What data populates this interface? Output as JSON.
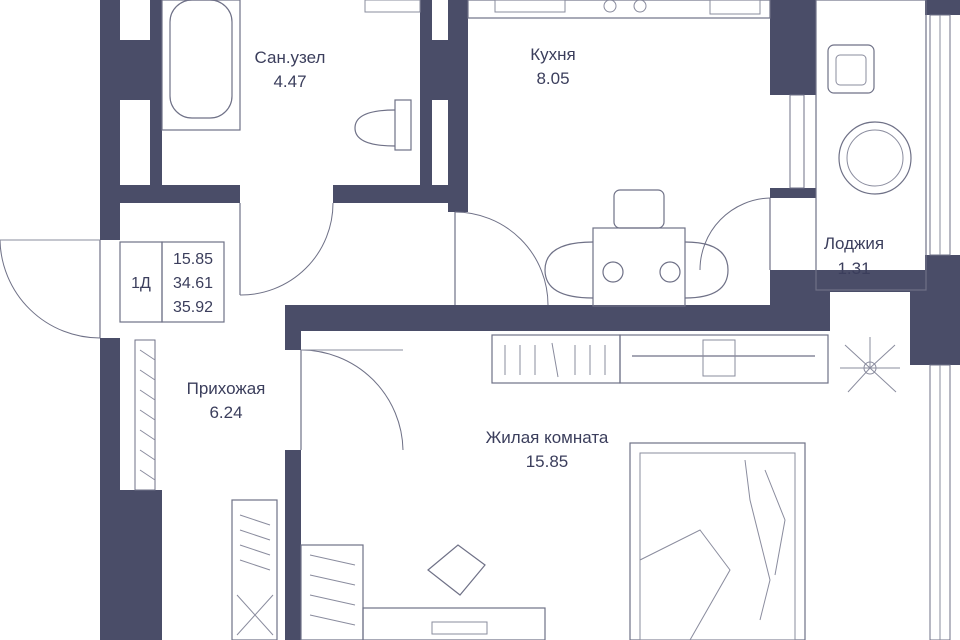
{
  "rooms": {
    "bathroom": {
      "name": "Сан.узел",
      "area": "4.47"
    },
    "kitchen": {
      "name": "Кухня",
      "area": "8.05"
    },
    "loggia": {
      "name": "Лоджия",
      "area": "1.31"
    },
    "hallway": {
      "name": "Прихожая",
      "area": "6.24"
    },
    "living": {
      "name": "Жилая комната",
      "area": "15.85"
    }
  },
  "apartment": {
    "type": "1Д",
    "living_area": "15.85",
    "total_area": "34.61",
    "total_with_loggia": "35.92"
  },
  "colors": {
    "wall": "#4a4d68",
    "line": "#6f7187",
    "text": "#3b3e5c",
    "background": "#ffffff"
  }
}
